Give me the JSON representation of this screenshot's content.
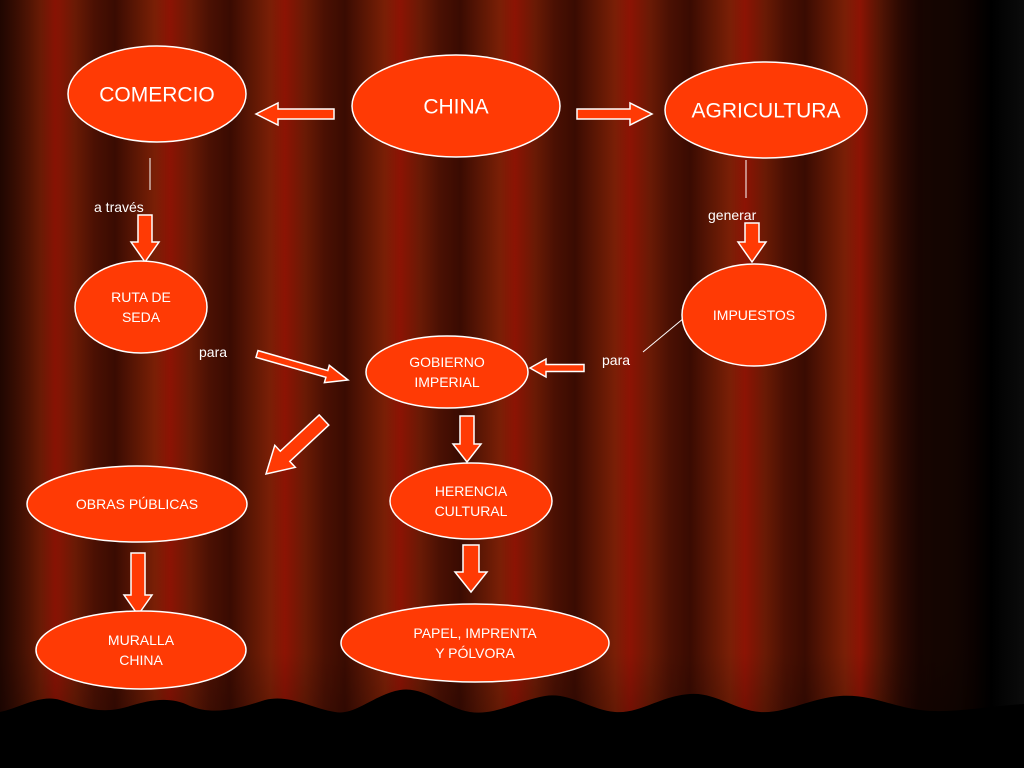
{
  "nodes": {
    "china": "CHINA",
    "comercio": "COMERCIO",
    "agricultura": "AGRICULTURA",
    "ruta_de_seda": [
      "RUTA DE",
      "SEDA"
    ],
    "impuestos": "IMPUESTOS",
    "gobierno_imperial": [
      "GOBIERNO",
      "IMPERIAL"
    ],
    "obras_publicas": "OBRAS PÚBLICAS",
    "herencia_cultural": [
      "HERENCIA",
      "CULTURAL"
    ],
    "muralla_china": [
      "MURALLA",
      "CHINA"
    ],
    "papel_imprenta_polvora": [
      "PAPEL, IMPRENTA",
      "Y PÓLVORA"
    ]
  },
  "link_labels": {
    "a_traves": "a través",
    "generar": "generar",
    "para_left": "para",
    "para_right": "para"
  },
  "colors": {
    "node_fill": "#ff3a05",
    "node_stroke": "#ffffff",
    "text": "#ffffff"
  }
}
